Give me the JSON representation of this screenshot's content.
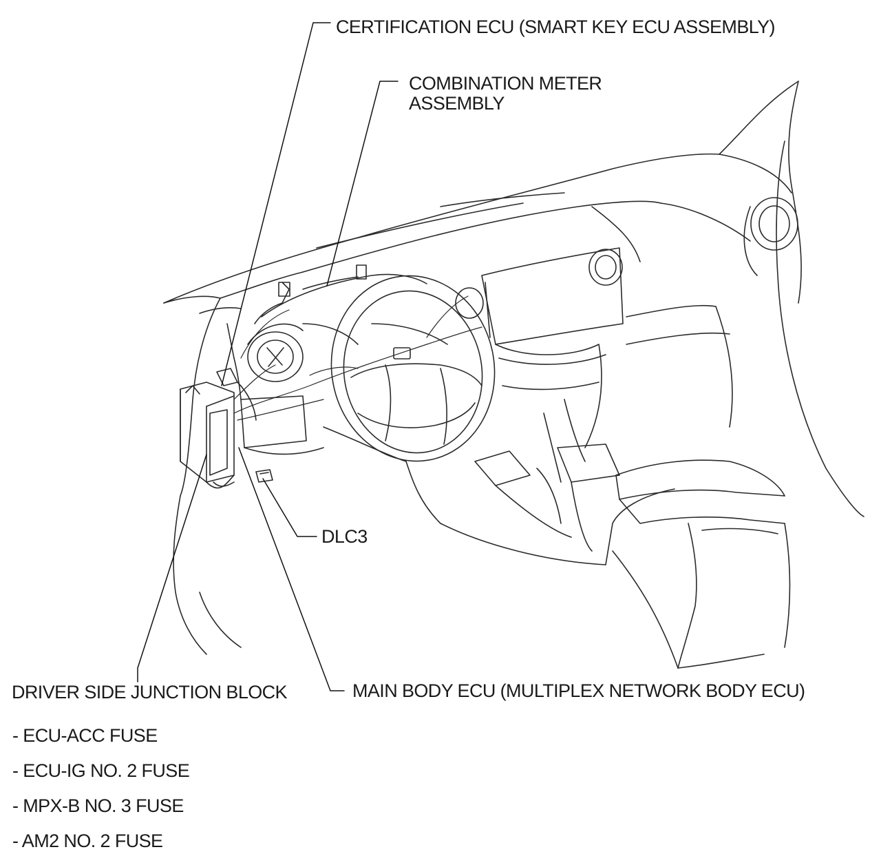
{
  "labels": {
    "certification_ecu": "CERTIFICATION  ECU (SMART KEY ECU ASSEMBLY)",
    "combination_meter_line1": "COMBINATION METER",
    "combination_meter_line2": "ASSEMBLY",
    "dlc3": "DLC3",
    "main_body_ecu": "MAIN BODY ECU (MULTIPLEX NETWORK BODY ECU)",
    "driver_side_junction_block": "DRIVER SIDE JUNCTION  BLOCK"
  },
  "fuses": [
    "- ECU-ACC FUSE",
    "- ECU-IG NO. 2 FUSE",
    "- MPX-B NO. 3 FUSE",
    "- AM2 NO. 2 FUSE"
  ]
}
